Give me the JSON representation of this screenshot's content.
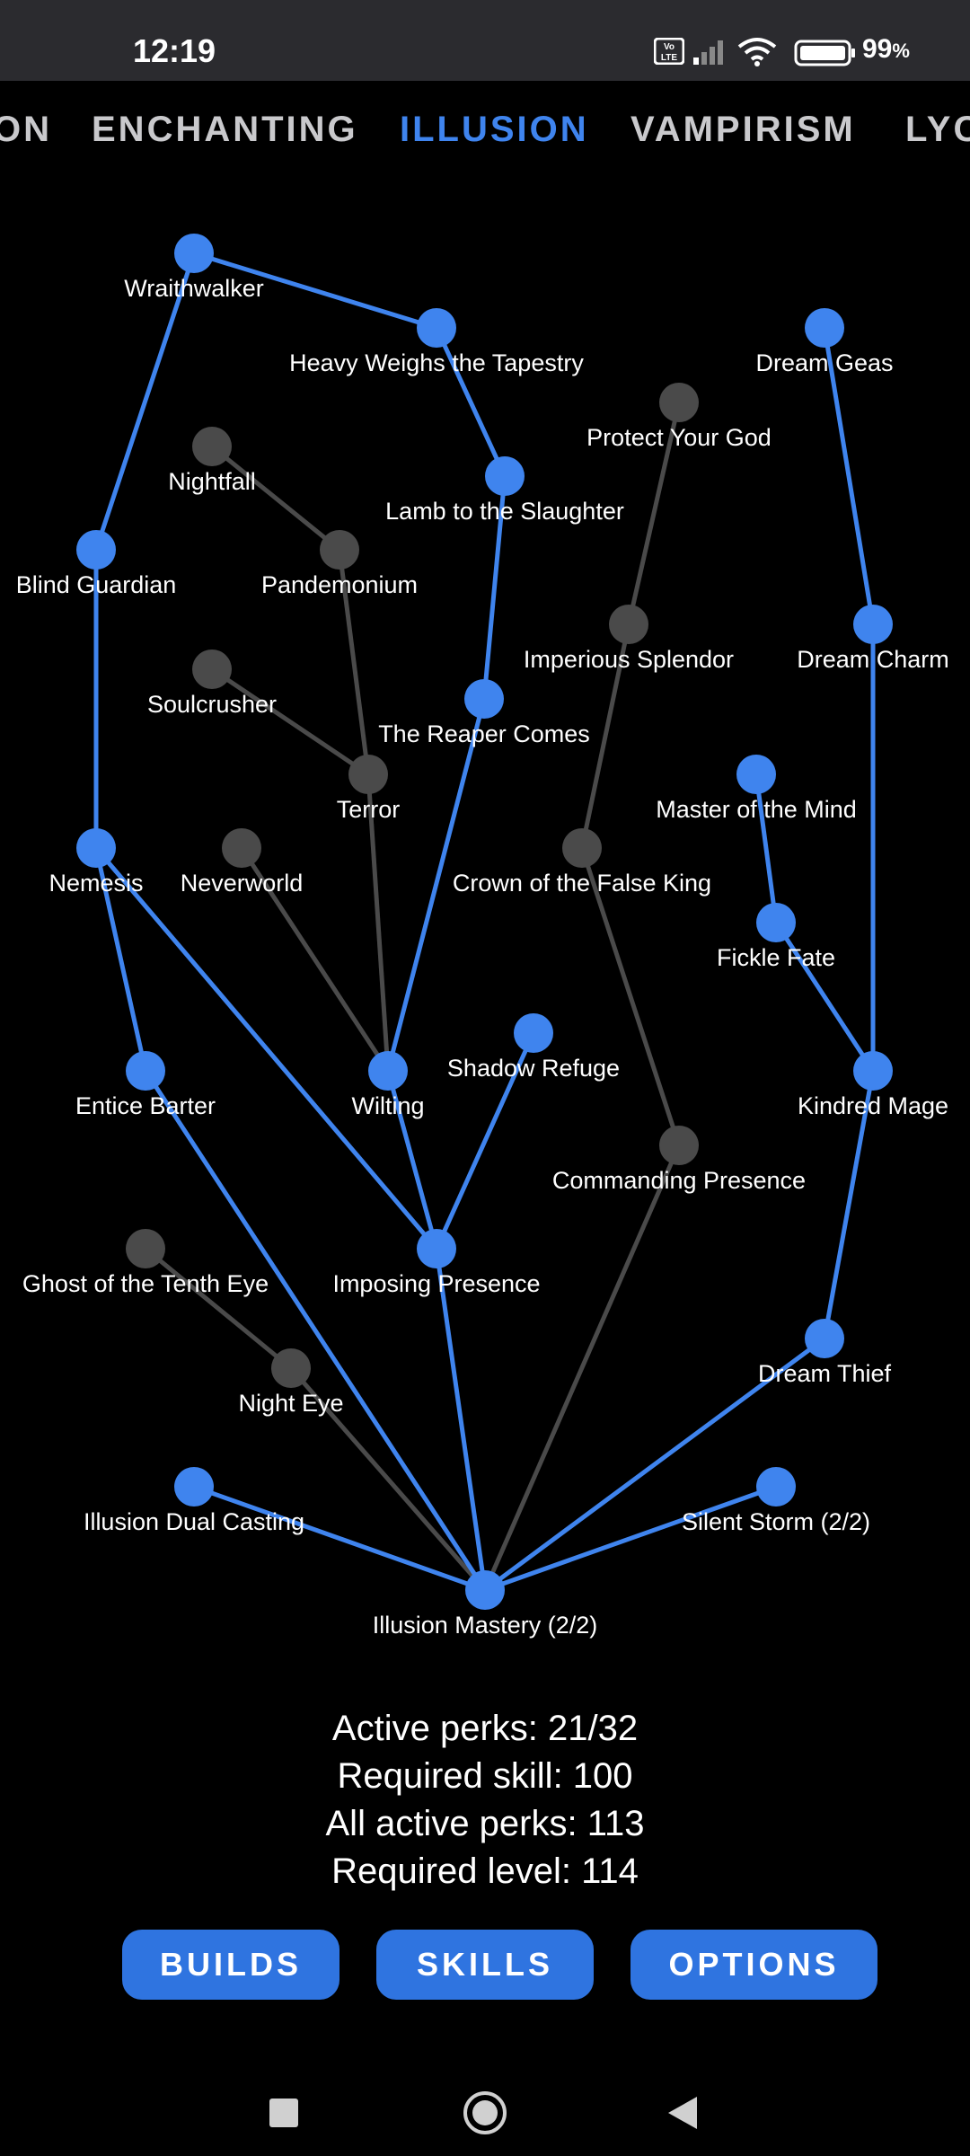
{
  "status_bar": {
    "time": "12:19",
    "battery_percent": "99",
    "icons": [
      "volte-icon",
      "signal-icon",
      "wifi-icon",
      "battery-icon"
    ]
  },
  "tabs": [
    "ON",
    "ENCHANTING",
    "ILLUSION",
    "VAMPIRISM",
    "LYC"
  ],
  "active_tab": "ILLUSION",
  "colors": {
    "active": "#3f84ee",
    "inactive": "#4a4a4a",
    "background": "#000000"
  },
  "perks": [
    {
      "id": "wraithwalker",
      "label": "Wraithwalker",
      "active": true
    },
    {
      "id": "heavy-weighs",
      "label": "Heavy Weighs the Tapestry",
      "active": true
    },
    {
      "id": "dream-geas",
      "label": "Dream Geas",
      "active": true
    },
    {
      "id": "protect-your-god",
      "label": "Protect Your God",
      "active": false
    },
    {
      "id": "nightfall",
      "label": "Nightfall",
      "active": false
    },
    {
      "id": "lamb-to-slaughter",
      "label": "Lamb to the Slaughter",
      "active": true
    },
    {
      "id": "blind-guardian",
      "label": "Blind Guardian",
      "active": true
    },
    {
      "id": "pandemonium",
      "label": "Pandemonium",
      "active": false
    },
    {
      "id": "imperious-splendor",
      "label": "Imperious Splendor",
      "active": false
    },
    {
      "id": "dream-charm",
      "label": "Dream Charm",
      "active": true
    },
    {
      "id": "soulcrusher",
      "label": "Soulcrusher",
      "active": false
    },
    {
      "id": "reaper-comes",
      "label": "The Reaper Comes",
      "active": true
    },
    {
      "id": "terror",
      "label": "Terror",
      "active": false
    },
    {
      "id": "master-of-mind",
      "label": "Master of the Mind",
      "active": true
    },
    {
      "id": "nemesis",
      "label": "Nemesis",
      "active": true
    },
    {
      "id": "neverworld",
      "label": "Neverworld",
      "active": false
    },
    {
      "id": "crown-false-king",
      "label": "Crown of the False King",
      "active": false
    },
    {
      "id": "fickle-fate",
      "label": "Fickle Fate",
      "active": true
    },
    {
      "id": "entice-barter",
      "label": "Entice Barter",
      "active": true
    },
    {
      "id": "wilting",
      "label": "Wilting",
      "active": true
    },
    {
      "id": "shadow-refuge",
      "label": "Shadow Refuge",
      "active": true
    },
    {
      "id": "kindred-mage",
      "label": "Kindred Mage",
      "active": true
    },
    {
      "id": "commanding-presence",
      "label": "Commanding Presence",
      "active": false
    },
    {
      "id": "ghost-tenth-eye",
      "label": "Ghost of the Tenth Eye",
      "active": false
    },
    {
      "id": "imposing-presence",
      "label": "Imposing Presence",
      "active": true
    },
    {
      "id": "dream-thief",
      "label": "Dream Thief",
      "active": true
    },
    {
      "id": "night-eye",
      "label": "Night Eye",
      "active": false
    },
    {
      "id": "illusion-dual-casting",
      "label": "Illusion Dual Casting",
      "active": true
    },
    {
      "id": "silent-storm",
      "label": "Silent Storm (2/2)",
      "active": true
    },
    {
      "id": "illusion-mastery",
      "label": "Illusion Mastery (2/2)",
      "active": true
    }
  ],
  "links": [
    [
      "wraithwalker",
      "heavy-weighs",
      true
    ],
    [
      "heavy-weighs",
      "lamb-to-slaughter",
      true
    ],
    [
      "lamb-to-slaughter",
      "reaper-comes",
      true
    ],
    [
      "reaper-comes",
      "wilting",
      true
    ],
    [
      "wraithwalker",
      "blind-guardian",
      true
    ],
    [
      "blind-guardian",
      "nemesis",
      true
    ],
    [
      "nemesis",
      "entice-barter",
      true
    ],
    [
      "nemesis",
      "imposing-presence",
      true
    ],
    [
      "entice-barter",
      "illusion-mastery",
      true
    ],
    [
      "wilting",
      "imposing-presence",
      true
    ],
    [
      "shadow-refuge",
      "imposing-presence",
      true
    ],
    [
      "imposing-presence",
      "illusion-mastery",
      true
    ],
    [
      "illusion-dual-casting",
      "illusion-mastery",
      true
    ],
    [
      "silent-storm",
      "illusion-mastery",
      true
    ],
    [
      "dream-thief",
      "illusion-mastery",
      true
    ],
    [
      "kindred-mage",
      "dream-thief",
      true
    ],
    [
      "dream-charm",
      "kindred-mage",
      true
    ],
    [
      "dream-geas",
      "dream-charm",
      true
    ],
    [
      "master-of-mind",
      "fickle-fate",
      true
    ],
    [
      "fickle-fate",
      "kindred-mage",
      true
    ],
    [
      "nightfall",
      "pandemonium",
      false
    ],
    [
      "pandemonium",
      "terror",
      false
    ],
    [
      "soulcrusher",
      "terror",
      false
    ],
    [
      "terror",
      "wilting",
      false
    ],
    [
      "neverworld",
      "wilting",
      false
    ],
    [
      "protect-your-god",
      "imperious-splendor",
      false
    ],
    [
      "imperious-splendor",
      "crown-false-king",
      false
    ],
    [
      "crown-false-king",
      "commanding-presence",
      false
    ],
    [
      "commanding-presence",
      "illusion-mastery",
      false
    ],
    [
      "ghost-tenth-eye",
      "night-eye",
      false
    ],
    [
      "night-eye",
      "illusion-mastery",
      false
    ]
  ],
  "stats": {
    "active_perks": "Active perks: 21/32",
    "required_skill": "Required skill: 100",
    "all_active_perks": "All active perks: 113",
    "required_level": "Required level: 114"
  },
  "buttons": {
    "builds": "BUILDS",
    "skills": "SKILLS",
    "options": "OPTIONS"
  },
  "nav": [
    "recents-icon",
    "home-icon",
    "back-icon"
  ]
}
